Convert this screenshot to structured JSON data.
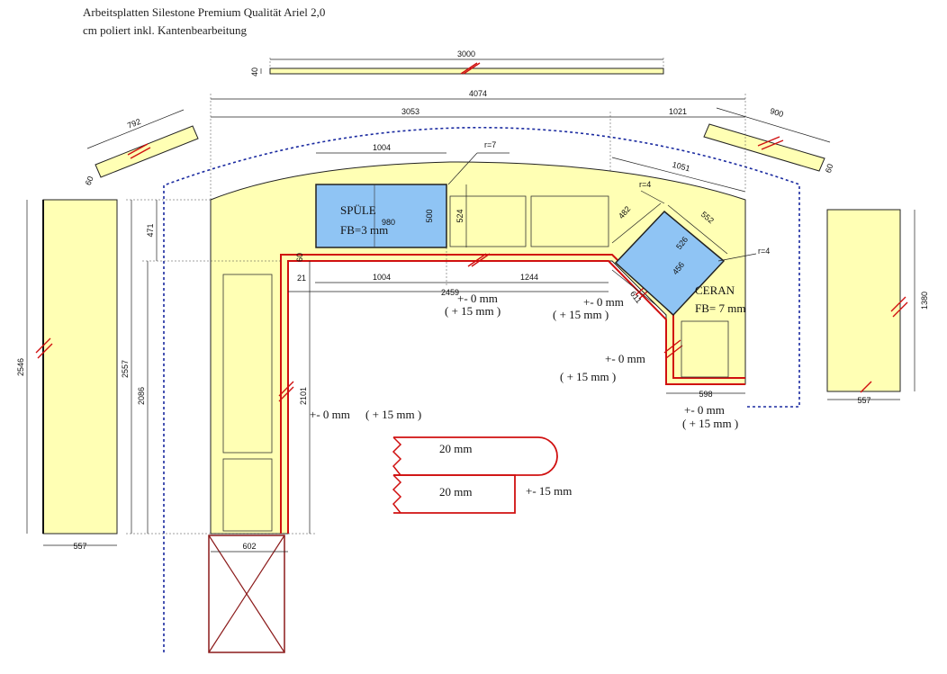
{
  "header": {
    "line1": "Arbeitsplatten Silestone Premium Qualität Ariel 2,0",
    "line2": "cm poliert inkl. Kantenbearbeitung"
  },
  "labels": {
    "sink": "SPÜLE",
    "sink_fb": "FB=3 mm",
    "cooktop": "CERAN",
    "cooktop_fb": "FB= 7 mm"
  },
  "edge_profiles": {
    "round": "20 mm",
    "straight": "20 mm",
    "straight_tol": "+- 15 mm"
  },
  "tolerances": {
    "t1a": "+- 0 mm",
    "t1b": "( + 15 mm )",
    "t2a": "+- 0 mm",
    "t2b": "( + 15 mm )",
    "t3a": "+- 0 mm",
    "t3b": "( + 15 mm )",
    "t4a": "+- 0 mm",
    "t4b": "( + 15 mm )",
    "t5a": "+- 0 mm",
    "t5b": "( + 15 mm )"
  },
  "dimensions": {
    "d3000": "3000",
    "d40": "40",
    "d4074": "4074",
    "d3053": "3053",
    "d1021": "1021",
    "d792": "792",
    "d60a": "60",
    "d900": "900",
    "d60b": "60",
    "d1004top": "1004",
    "r7": "r=7",
    "d980": "980",
    "d500": "500",
    "d524": "524",
    "d1051": "1051",
    "r4a": "r=4",
    "d482": "482",
    "d552": "552",
    "d526": "526",
    "d456": "456",
    "r4b": "r=4",
    "d611": "611",
    "d60c": "60",
    "d21": "21",
    "d1004": "1004",
    "d2459": "2459",
    "d1244": "1244",
    "d471": "471",
    "d2086": "2086",
    "d2557": "2557",
    "d2101": "2101",
    "d2546": "2546",
    "d557a": "557",
    "d602": "602",
    "d1380": "1380",
    "d557b": "557",
    "d598": "598"
  },
  "colors": {
    "slab": "#ffffb4",
    "cutout": "#8fc4f4",
    "edge": "#d01010",
    "wall": "#1a2aa0"
  }
}
